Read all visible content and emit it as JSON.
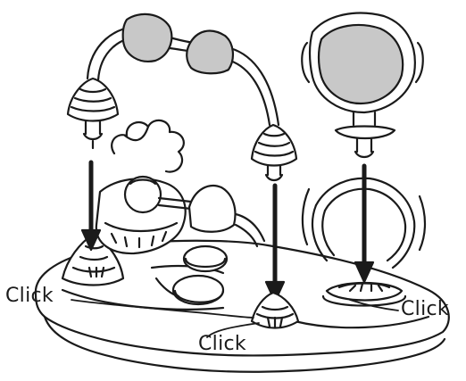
{
  "callouts": {
    "left": "Click",
    "bottom": "Click",
    "right": "Click"
  },
  "colors": {
    "line": "#1a1a1a",
    "shade": "#c8c8c8",
    "background": "#ffffff"
  },
  "icons": {
    "arrows": "down-arrow-icon"
  }
}
